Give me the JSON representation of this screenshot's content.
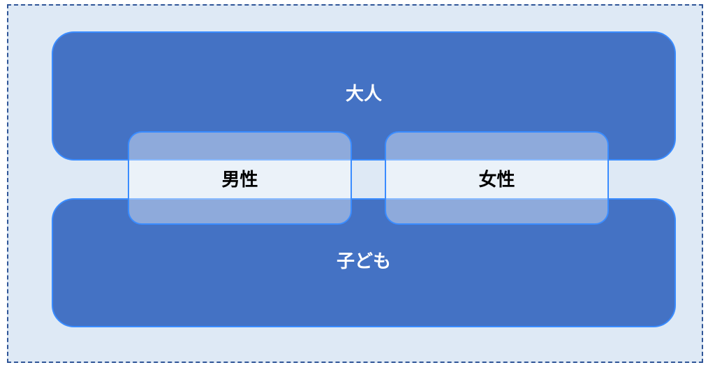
{
  "diagram": {
    "groups": {
      "adult": "大人",
      "child": "子ども"
    },
    "categories": {
      "male": "男性",
      "female": "女性"
    },
    "colors": {
      "background": "#dee9f5",
      "box": "#4472c4",
      "border": "#3a8cff",
      "frame": "#2f5597"
    }
  }
}
